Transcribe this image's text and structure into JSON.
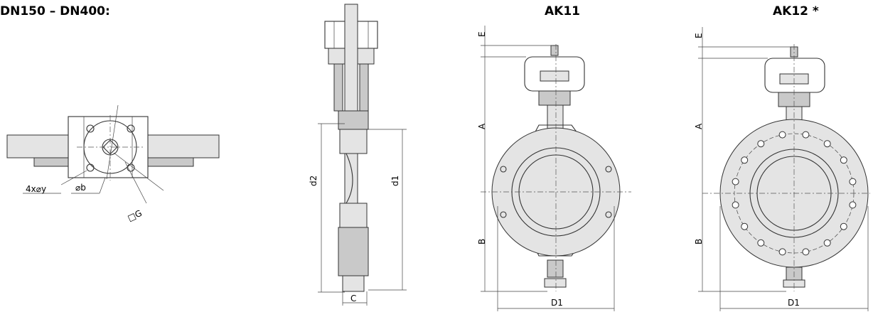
{
  "headings": {
    "range": "DN150 – DN400:",
    "ak11": "AK11",
    "ak12": "AK12 *"
  },
  "top_view": {
    "holes_label": "4x⌀y",
    "bore_label": "⌀b",
    "square_label": "□G"
  },
  "section_view": {
    "d2_label": "d2",
    "d1_label": "d1",
    "c_label": "C"
  },
  "ak11_view": {
    "e_label": "E",
    "a_label": "A",
    "b_label": "B",
    "d1_label": "D1"
  },
  "ak12_view": {
    "e_label": "E",
    "a_label": "A",
    "b_label": "B",
    "d1_label": "D1"
  }
}
